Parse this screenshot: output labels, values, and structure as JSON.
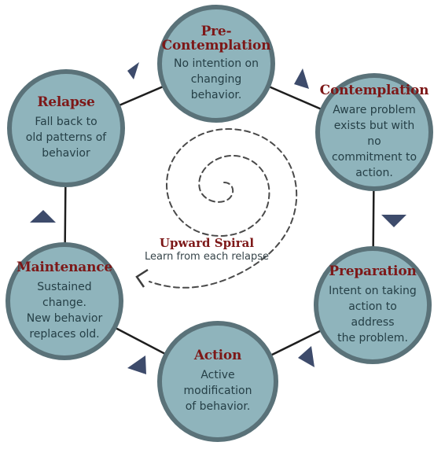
{
  "colors": {
    "circle_fill": "#8fb4bc",
    "circle_border": "#5a7279",
    "title_text": "#7d1818",
    "body_text": "#253f46",
    "ring_line": "#1e1e1e",
    "arrow_fill": "#3d4b6b",
    "spiral_dash": "#4a4a4a"
  },
  "stages": {
    "precontemplation": {
      "title_line1": "Pre-",
      "title_line2": "Contemplation",
      "description": "No intention on\nchanging\nbehavior."
    },
    "contemplation": {
      "title": "Contemplation",
      "description": "Aware problem\nexists but with no\ncommitment to\naction."
    },
    "preparation": {
      "title": "Preparation",
      "description": "Intent on taking\naction to address\nthe problem."
    },
    "action": {
      "title": "Action",
      "description": "Active modification\nof behavior."
    },
    "maintenance": {
      "title": "Maintenance",
      "description": "Sustained change.\nNew behavior\nreplaces old."
    },
    "relapse": {
      "title": "Relapse",
      "description": "Fall back to\nold patterns of\nbehavior"
    }
  },
  "spiral": {
    "title": "Upward Spiral",
    "subtitle": "Learn from each relapse"
  },
  "icons": {
    "cycle_arrow": "triangle-arrow-icon",
    "spiral_arrow": "chevron-arrow-icon"
  }
}
